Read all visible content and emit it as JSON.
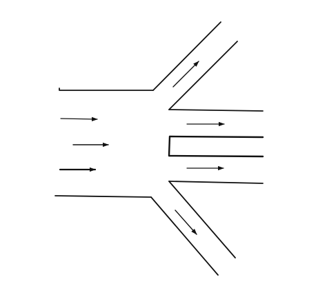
{
  "colors": {
    "background": "#ffffff",
    "line": "#111111"
  },
  "diagram": {
    "description_visible_text": "",
    "inlet_flow_arrow_count": 3,
    "outlet_branches": [
      {
        "name": "upper-diagonal",
        "direction": "up-right",
        "arrow_count": 1
      },
      {
        "name": "upper-straight",
        "direction": "right",
        "arrow_count": 1
      },
      {
        "name": "lower-straight",
        "direction": "right",
        "arrow_count": 1
      },
      {
        "name": "lower-diagonal",
        "direction": "down-right",
        "arrow_count": 1
      }
    ]
  }
}
